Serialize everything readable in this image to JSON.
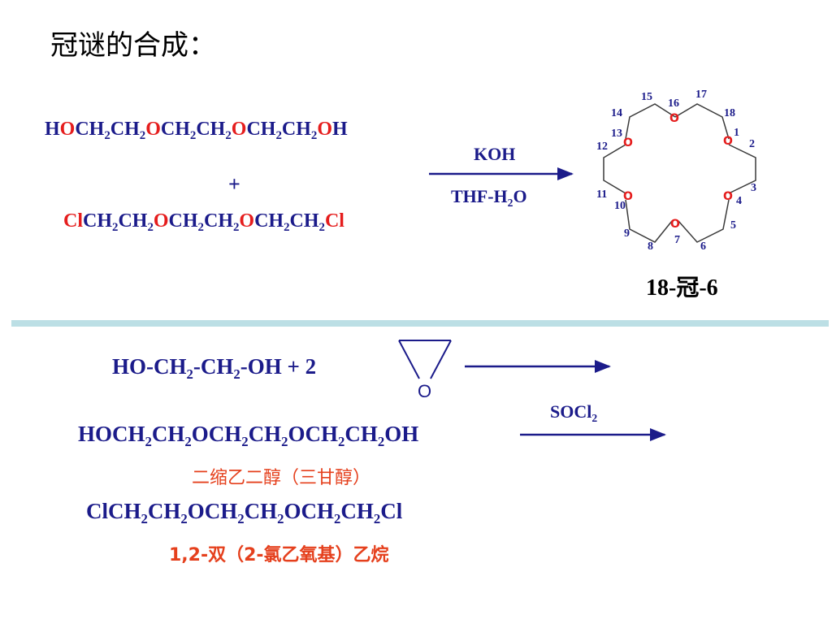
{
  "title": "冠谜的合成：",
  "reaction1": {
    "reactant1": [
      {
        "t": "H",
        "c": "blue"
      },
      {
        "t": "O",
        "c": "red"
      },
      {
        "t": "CH",
        "c": "blue"
      },
      {
        "t": "2",
        "c": "blue",
        "sub": true
      },
      {
        "t": "CH",
        "c": "blue"
      },
      {
        "t": "2",
        "c": "blue",
        "sub": true
      },
      {
        "t": "O",
        "c": "red"
      },
      {
        "t": "CH",
        "c": "blue"
      },
      {
        "t": "2",
        "c": "blue",
        "sub": true
      },
      {
        "t": "CH",
        "c": "blue"
      },
      {
        "t": "2",
        "c": "blue",
        "sub": true
      },
      {
        "t": "O",
        "c": "red"
      },
      {
        "t": "CH",
        "c": "blue"
      },
      {
        "t": "2",
        "c": "blue",
        "sub": true
      },
      {
        "t": "CH",
        "c": "blue"
      },
      {
        "t": "2",
        "c": "blue",
        "sub": true
      },
      {
        "t": "O",
        "c": "red"
      },
      {
        "t": "H",
        "c": "blue"
      }
    ],
    "plus": "+",
    "reactant2": [
      {
        "t": "Cl",
        "c": "red"
      },
      {
        "t": "CH",
        "c": "blue"
      },
      {
        "t": "2",
        "c": "blue",
        "sub": true
      },
      {
        "t": "CH",
        "c": "blue"
      },
      {
        "t": "2",
        "c": "blue",
        "sub": true
      },
      {
        "t": "O",
        "c": "red"
      },
      {
        "t": "CH",
        "c": "blue"
      },
      {
        "t": "2",
        "c": "blue",
        "sub": true
      },
      {
        "t": "CH",
        "c": "blue"
      },
      {
        "t": "2",
        "c": "blue",
        "sub": true
      },
      {
        "t": "O",
        "c": "red"
      },
      {
        "t": "CH",
        "c": "blue"
      },
      {
        "t": "2",
        "c": "blue",
        "sub": true
      },
      {
        "t": "CH",
        "c": "blue"
      },
      {
        "t": "2",
        "c": "blue",
        "sub": true
      },
      {
        "t": "Cl",
        "c": "red"
      }
    ],
    "reagent_top": "KOH",
    "reagent_bottom": [
      {
        "t": "THF-H",
        "c": "blue"
      },
      {
        "t": "2",
        "c": "blue",
        "sub": true
      },
      {
        "t": "O",
        "c": "blue"
      }
    ],
    "product_name": "18-冠-6",
    "ring_oxygen_label": "O",
    "ring_numbers": [
      "1",
      "2",
      "3",
      "4",
      "5",
      "6",
      "7",
      "8",
      "9",
      "10",
      "11",
      "12",
      "13",
      "14",
      "15",
      "16",
      "17",
      "18"
    ]
  },
  "reaction2": {
    "line1": [
      {
        "t": "HO-CH",
        "c": "blue"
      },
      {
        "t": "2",
        "c": "blue",
        "sub": true
      },
      {
        "t": "-CH",
        "c": "blue"
      },
      {
        "t": "2",
        "c": "blue",
        "sub": true
      },
      {
        "t": "-OH  +  2",
        "c": "blue"
      }
    ],
    "epoxide_oxygen": "O",
    "line2": [
      {
        "t": "HOCH",
        "c": "blue"
      },
      {
        "t": "2",
        "c": "blue",
        "sub": true
      },
      {
        "t": "CH",
        "c": "blue"
      },
      {
        "t": "2",
        "c": "blue",
        "sub": true
      },
      {
        "t": "OCH",
        "c": "blue"
      },
      {
        "t": "2",
        "c": "blue",
        "sub": true
      },
      {
        "t": "CH",
        "c": "blue"
      },
      {
        "t": "2",
        "c": "blue",
        "sub": true
      },
      {
        "t": "OCH",
        "c": "blue"
      },
      {
        "t": "2",
        "c": "blue",
        "sub": true
      },
      {
        "t": "CH",
        "c": "blue"
      },
      {
        "t": "2",
        "c": "blue",
        "sub": true
      },
      {
        "t": "OH",
        "c": "blue"
      }
    ],
    "line2_name": "二缩乙二醇（三甘醇）",
    "reagent": [
      {
        "t": "SOCl",
        "c": "blue"
      },
      {
        "t": "2",
        "c": "blue",
        "sub": true
      }
    ],
    "line3": [
      {
        "t": "ClCH",
        "c": "blue"
      },
      {
        "t": "2",
        "c": "blue",
        "sub": true
      },
      {
        "t": "CH",
        "c": "blue"
      },
      {
        "t": "2",
        "c": "blue",
        "sub": true
      },
      {
        "t": "OCH",
        "c": "blue"
      },
      {
        "t": "2",
        "c": "blue",
        "sub": true
      },
      {
        "t": "CH",
        "c": "blue"
      },
      {
        "t": "2",
        "c": "blue",
        "sub": true
      },
      {
        "t": "OCH",
        "c": "blue"
      },
      {
        "t": "2",
        "c": "blue",
        "sub": true
      },
      {
        "t": "CH",
        "c": "blue"
      },
      {
        "t": "2",
        "c": "blue",
        "sub": true
      },
      {
        "t": "Cl",
        "c": "blue"
      }
    ],
    "line3_name": "1,2-双（2-氯乙氧基）乙烷"
  },
  "colors": {
    "navy": "#1b1b8a",
    "red": "#e51d1d",
    "orange_red": "#e5401d",
    "divider": "#bcdfe5"
  }
}
